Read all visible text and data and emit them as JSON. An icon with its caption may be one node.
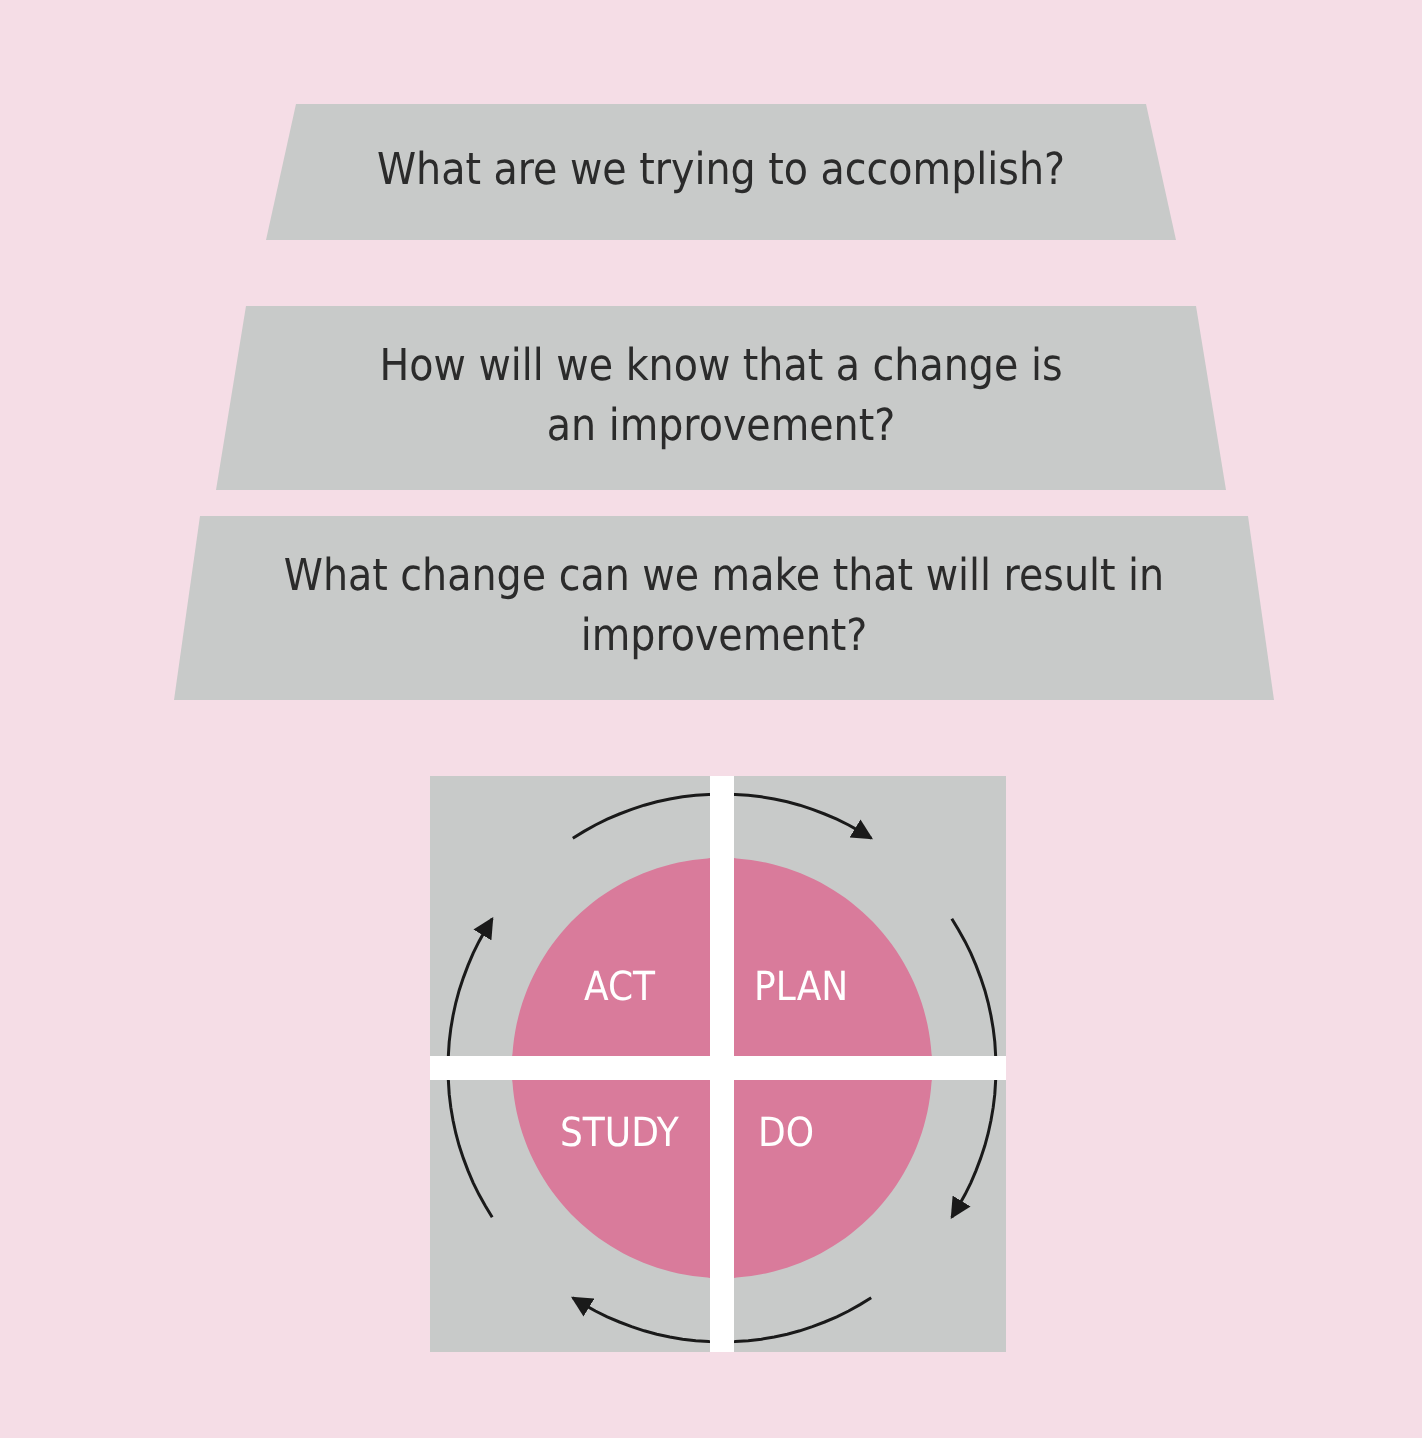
{
  "diagram": {
    "nodes": [
      {
        "text": [
          "What are we trying to accomplish?"
        ]
      },
      {
        "text": [
          "How will we know that a change is an improvement?"
        ]
      },
      {
        "text": [
          "What change can we make that will result in improvement?"
        ]
      },
      {
        "text": [
          "ACT"
        ]
      },
      {
        "text": [
          "PLAN"
        ]
      },
      {
        "text": [
          "STUDY"
        ]
      },
      {
        "text": [
          "DO"
        ]
      }
    ],
    "edges": [
      {
        "from": 3,
        "to": 4,
        "arrow": "to"
      },
      {
        "from": 4,
        "to": 6,
        "arrow": "to"
      },
      {
        "from": 6,
        "to": 5,
        "arrow": "to"
      },
      {
        "from": 5,
        "to": 3,
        "arrow": "to"
      }
    ]
  }
}
